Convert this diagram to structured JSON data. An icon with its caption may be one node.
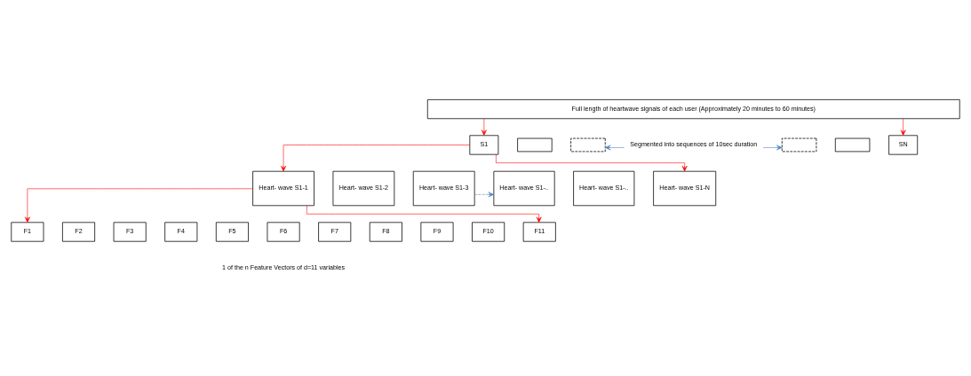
{
  "diagram": {
    "nodes": [
      {
        "text": [
          "Full length of heartwave signals of each user (Approximately 20 minutes to 60 minutes)"
        ]
      },
      {
        "text": [
          "S1"
        ]
      },
      {
        "text": [],
        "shape": "box"
      },
      {
        "text": [],
        "shape": "box"
      },
      {
        "text": [
          "Segmented into sequences of 10sec duration"
        ]
      },
      {
        "text": [],
        "shape": "box"
      },
      {
        "text": [],
        "shape": "box"
      },
      {
        "text": [
          "SN"
        ]
      },
      {
        "text": [
          "Heart- wave S1-1"
        ]
      },
      {
        "text": [
          "Heart- wave S1-2"
        ]
      },
      {
        "text": [
          "Heart- wave S1-3"
        ]
      },
      {
        "text": [
          "Heart- wave S1-.."
        ]
      },
      {
        "text": [
          "Heart- wave S1-.."
        ]
      },
      {
        "text": [
          "Heart- wave S1-N"
        ]
      },
      {
        "text": [
          "F1"
        ]
      },
      {
        "text": [
          "F2"
        ]
      },
      {
        "text": [
          "F3"
        ]
      },
      {
        "text": [
          "F4"
        ]
      },
      {
        "text": [
          "F5"
        ]
      },
      {
        "text": [
          "F6"
        ]
      },
      {
        "text": [
          "F7"
        ]
      },
      {
        "text": [
          "F8"
        ]
      },
      {
        "text": [
          "F9"
        ]
      },
      {
        "text": [
          "F10"
        ]
      },
      {
        "text": [
          "F11"
        ]
      }
    ],
    "edges": [
      {
        "from": 0,
        "to": 1,
        "arrow": "to"
      },
      {
        "from": 0,
        "to": 7,
        "arrow": "to"
      },
      {
        "from": 4,
        "to": 3,
        "arrow": "to",
        "color": "#4f81bd"
      },
      {
        "from": 4,
        "to": 5,
        "arrow": "to",
        "color": "#4f81bd"
      },
      {
        "from": 1,
        "to": 8,
        "arrow": "to"
      },
      {
        "from": 1,
        "to": 13,
        "arrow": "to"
      },
      {
        "from": 10,
        "to": 11,
        "arrow": "to",
        "style": "dashed",
        "color": "#4f81bd"
      },
      {
        "from": 8,
        "to": 14,
        "arrow": "to"
      },
      {
        "from": 8,
        "to": 24,
        "arrow": "to"
      }
    ],
    "labels": [
      "1 of the n Feature Vectors of d=11 variables"
    ]
  }
}
